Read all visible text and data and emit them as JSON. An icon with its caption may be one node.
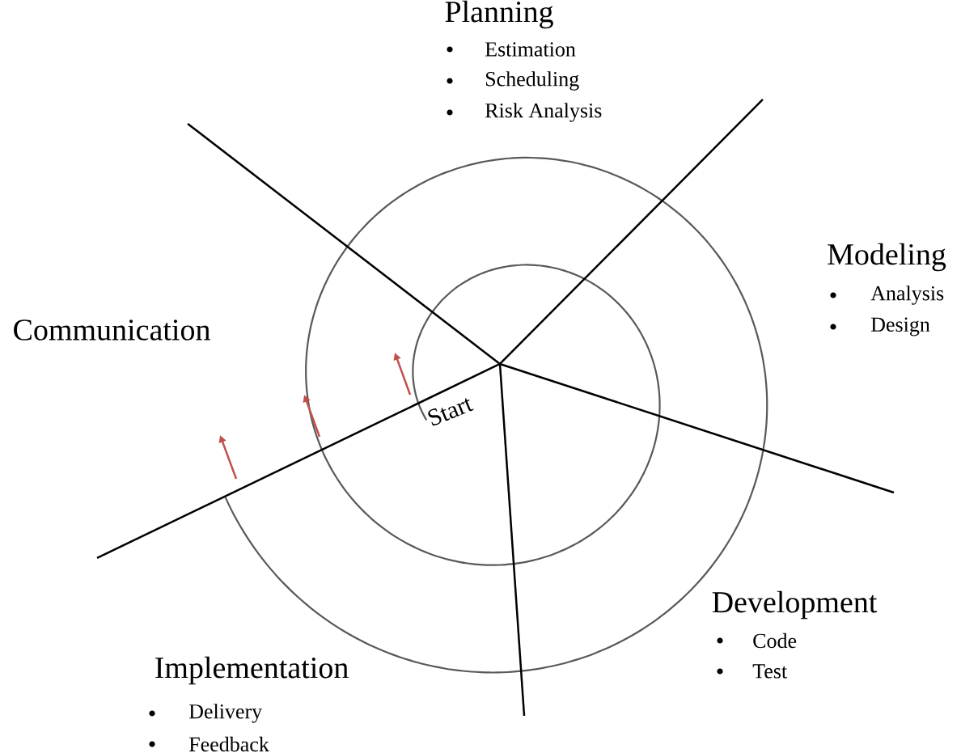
{
  "diagram": {
    "labels": [
      "Planning",
      "Estimation",
      "Scheduling",
      "Risk Analysis",
      "Modeling",
      "Analysis",
      "Design",
      "Communication",
      "Start",
      "Development",
      "Code",
      "Test",
      "Implementation",
      "Delivery",
      "Feedback"
    ]
  }
}
